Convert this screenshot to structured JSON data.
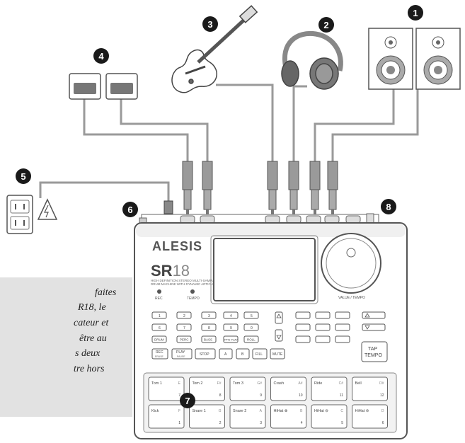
{
  "callouts": [
    "1",
    "2",
    "3",
    "4",
    "5",
    "6",
    "7",
    "8"
  ],
  "device": {
    "brand": "ALESIS",
    "model_prefix": "SR",
    "model_number": "18",
    "subtitle_line1": "HIGH DEFINITION STEREO MULTI-SAMPLED",
    "subtitle_line2": "DRUM MACHINE WITH DYNAMIC ARTICULATION",
    "rec_label": "REC",
    "tempo_label": "TEMPO",
    "knob_label": "VALUE / TEMPO"
  },
  "number_keys": [
    "1",
    "2",
    "3",
    "4",
    "5",
    "6",
    "7",
    "8",
    "9",
    "0"
  ],
  "kit_keys": [
    "DRUM",
    "PERC",
    "BASS",
    "PTN PLAY",
    "ROLL"
  ],
  "transport": {
    "rec": "REC",
    "rec_sub": "ERASE",
    "play": "PLAY",
    "play_sub": "PAUSE",
    "stop": "STOP",
    "a": "A",
    "b": "B",
    "fill": "FILL",
    "mute": "MUTE"
  },
  "tap_tempo": [
    "TAP",
    "TEMPO"
  ],
  "pads_top": [
    {
      "name": "Tom 1",
      "note": "E",
      "num": "7"
    },
    {
      "name": "Tom 2",
      "note": "F#",
      "num": "8"
    },
    {
      "name": "Tom 3",
      "note": "G#",
      "num": "9"
    },
    {
      "name": "Crash",
      "note": "A#",
      "num": "10"
    },
    {
      "name": "Ride",
      "note": "C#",
      "num": "11"
    },
    {
      "name": "Bell",
      "note": "D#",
      "num": "12"
    }
  ],
  "pads_bottom": [
    {
      "name": "Kick",
      "note": "F",
      "num": "1"
    },
    {
      "name": "Snare 1",
      "note": "G",
      "num": "2"
    },
    {
      "name": "Snare 2",
      "note": "A",
      "num": "3"
    },
    {
      "name": "HiHat ⊕",
      "note": "B",
      "num": "4"
    },
    {
      "name": "HiHat ⊖",
      "note": "C",
      "num": "5"
    },
    {
      "name": "HiHat ⊜",
      "note": "D",
      "num": "6"
    }
  ],
  "text_fragments": [
    "faites",
    "R18,  le",
    "cateur  et",
    "être  au",
    "s     deux",
    "tre   hors"
  ]
}
